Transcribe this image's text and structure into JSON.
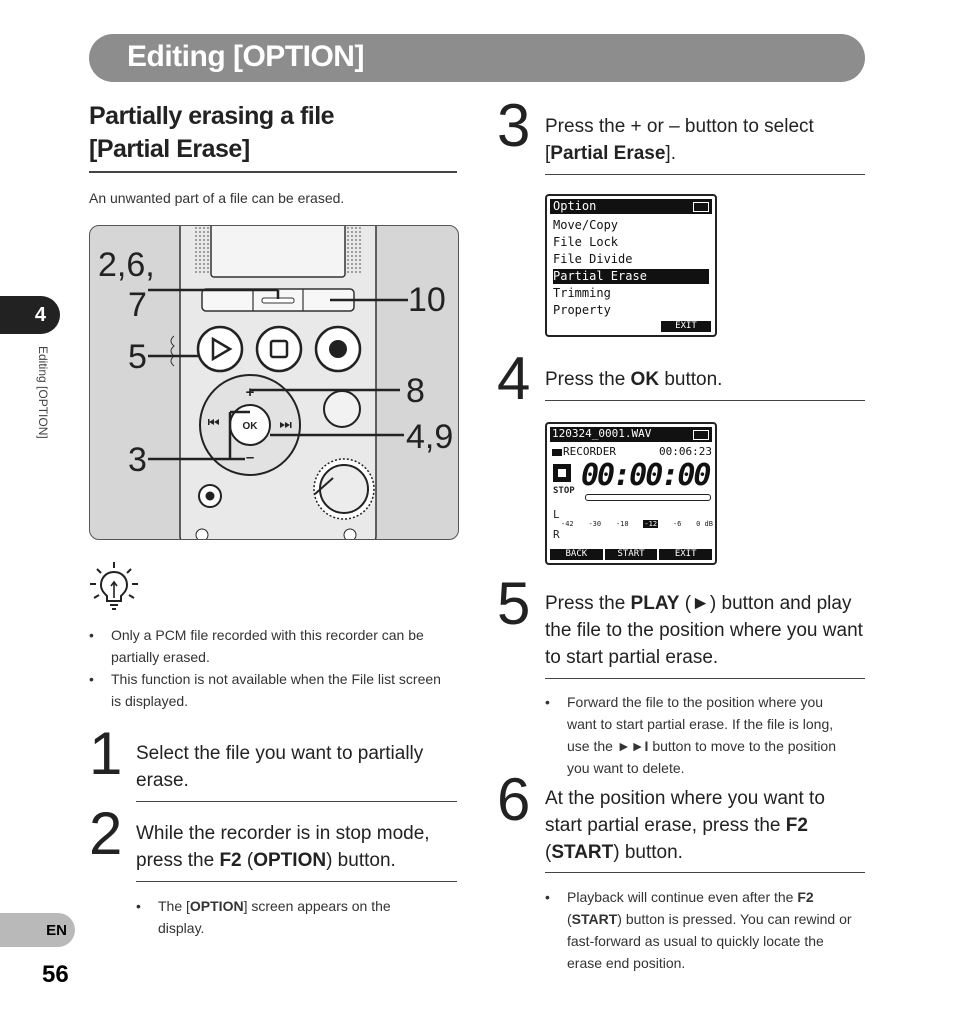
{
  "header": {
    "title": "Editing [OPTION]"
  },
  "side": {
    "chapter": "4",
    "vertical_label": "Editing [OPTION]",
    "lang": "EN",
    "page": "56"
  },
  "section": {
    "title_line1": "Partially erasing a file",
    "title_line2": "[Partial Erase]",
    "intro": "An unwanted part of a file can be erased."
  },
  "device_callouts": {
    "c1": "2,6,",
    "c1b": "7",
    "c2": "10",
    "c3": "5",
    "c4": "8",
    "c5": "4,9",
    "c6": "3",
    "ok_label": "OK",
    "plus": "+",
    "minus": "–"
  },
  "notes": [
    "Only a PCM file recorded with this recorder can be partially erased.",
    "This function is not available when the File list screen is displayed."
  ],
  "steps": {
    "s1": {
      "num": "1",
      "text": "Select the file you want to partially erase."
    },
    "s2": {
      "num": "2",
      "pre": "While the recorder is in stop mode, press the ",
      "b1": "F2",
      "mid": " (",
      "b2": "OPTION",
      "post": ") button.",
      "note_pre": "The [",
      "note_b": "OPTION",
      "note_post": "] screen appears on the display."
    },
    "s3": {
      "num": "3",
      "pre": "Press the + or – button to select [",
      "b": "Partial Erase",
      "post": "]."
    },
    "s4": {
      "num": "4",
      "pre": "Press the ",
      "b": "OK",
      "post": " button."
    },
    "s5": {
      "num": "5",
      "pre": "Press the ",
      "b": "PLAY",
      "mid": " (",
      "glyph": "►",
      "post": ") button and play the file to the position where you want to start partial erase.",
      "note_pre": "Forward the file to the position where you want to start partial erase. If the file is long, use the ",
      "note_glyph": "►►I",
      "note_post": " button to move to the position you want to delete."
    },
    "s6": {
      "num": "6",
      "pre": "At the position where you want to start partial erase, press the ",
      "b1": "F2",
      "mid": " (",
      "b2": "START",
      "post": ") button.",
      "note_b1": "F2",
      "note_mid": " (",
      "note_b2": "START",
      "note_post": ") button is pressed. You can rewind or fast-forward as usual to quickly locate the erase end position.",
      "note_pre": "Playback will continue even after the "
    }
  },
  "lcd1": {
    "title": "Option",
    "items": [
      "Move/Copy",
      "File Lock",
      "File Divide",
      "Partial Erase",
      "Trimming",
      "Property"
    ],
    "selected": 3,
    "softkey": "EXIT"
  },
  "lcd2": {
    "file": "120324_0001.WAV",
    "folder": "RECORDER",
    "length": "00:06:23",
    "time": "00:00:00",
    "state": "STOP",
    "scale": [
      "-42",
      "-30",
      "-18",
      "-12",
      "-6",
      "0 dB"
    ],
    "L": "L",
    "R": "R",
    "softkeys": [
      "BACK",
      "START",
      "EXIT"
    ]
  }
}
